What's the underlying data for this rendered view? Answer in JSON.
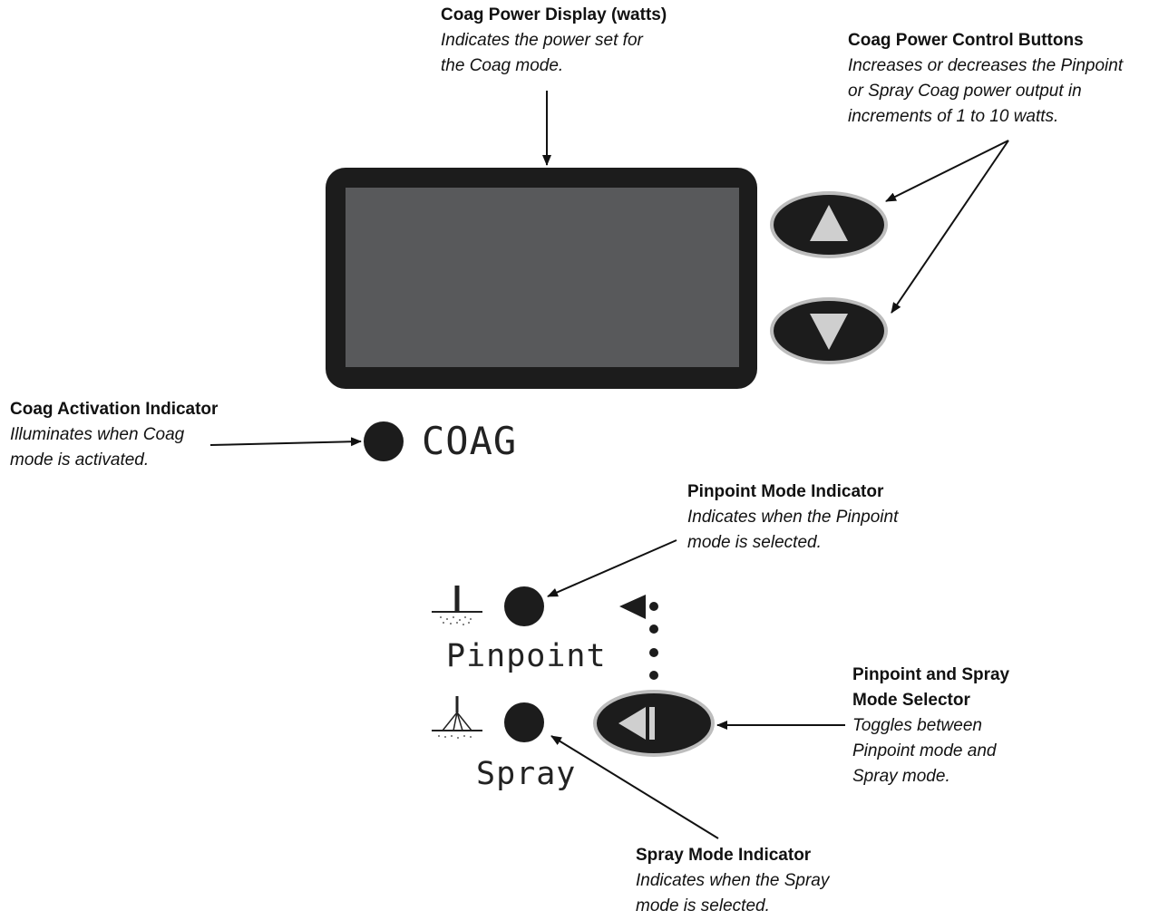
{
  "callouts": {
    "display": {
      "title": "Coag Power Display (watts)",
      "desc": "Indicates the power set for\nthe Coag mode."
    },
    "buttons": {
      "title": "Coag Power Control Buttons",
      "desc": "Increases or decreases the Pinpoint\nor Spray Coag power output in\nincrements of 1 to 10 watts."
    },
    "activation": {
      "title": "Coag Activation Indicator",
      "desc": "Illuminates when Coag\nmode is activated."
    },
    "pinpoint": {
      "title": "Pinpoint Mode Indicator",
      "desc": "Indicates when the Pinpoint\nmode is selected."
    },
    "selector": {
      "title": "Pinpoint and Spray\nMode Selector",
      "desc": "Toggles between\nPinpoint mode and\nSpray mode."
    },
    "spray": {
      "title": "Spray Mode Indicator",
      "desc": "Indicates when the Spray\nmode is selected."
    }
  },
  "panel": {
    "coag_label": "COAG",
    "pinpoint_label": "Pinpoint",
    "spray_label": "Spray"
  },
  "colors": {
    "bezel": "#1c1c1c",
    "screen": "#58595b",
    "button_fill": "#1c1c1c",
    "button_ring": "#bdbdbd",
    "button_glyph": "#cfcfcf"
  },
  "icons": {
    "up": "triangle-up-icon",
    "down": "triangle-down-icon",
    "selector": "toggle-left-icon",
    "pinpoint": "pinpoint-electrode-icon",
    "spray": "spray-electrode-icon"
  }
}
